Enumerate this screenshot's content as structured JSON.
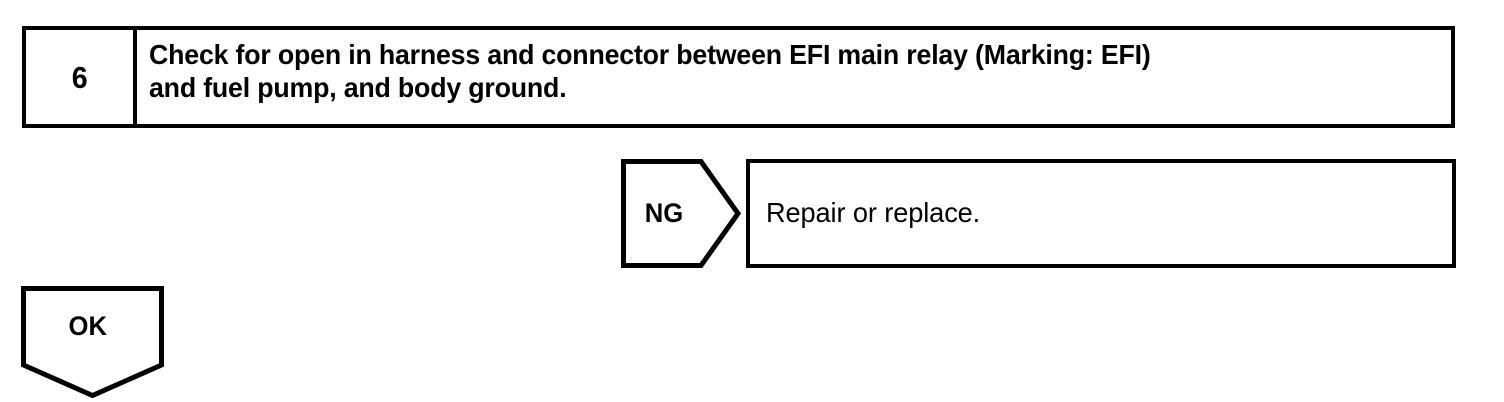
{
  "document": {
    "type": "troubleshooting-flowchart",
    "colors": {
      "ink": "#000000",
      "paper": "#ffffff"
    }
  },
  "step": {
    "number": "6",
    "instruction_line_1": "Check for open in harness and connector between EFI main relay (Marking: EFI)",
    "instruction_line_2": "and fuel pump, and body ground.",
    "instruction_full": "Check for open in harness and connector between EFI main relay (Marking: EFI) and fuel pump, and body ground."
  },
  "branches": {
    "ng": {
      "label": "NG",
      "shape": "right-arrow-pentagon",
      "result": {
        "text": "Repair or replace."
      }
    },
    "ok": {
      "label": "OK",
      "shape": "down-arrow-pentagon"
    }
  }
}
